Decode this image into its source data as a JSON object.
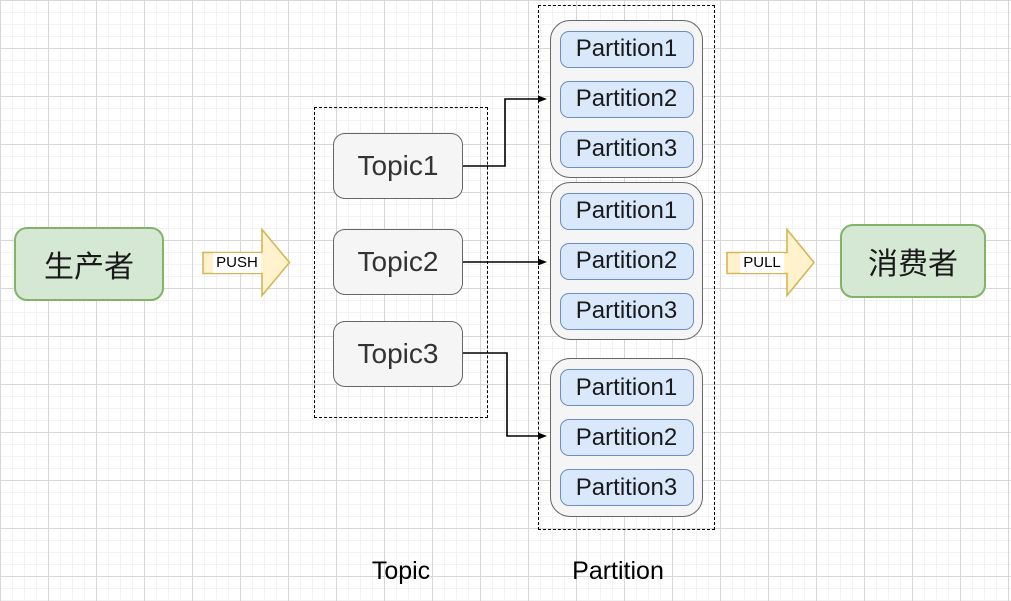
{
  "diagram": {
    "producer": {
      "label": "生产者"
    },
    "consumer": {
      "label": "消费者"
    },
    "push_arrow": {
      "label": "PUSH"
    },
    "pull_arrow": {
      "label": "PULL"
    },
    "topic_container": {
      "caption": "Topic",
      "topics": [
        {
          "label": "Topic1"
        },
        {
          "label": "Topic2"
        },
        {
          "label": "Topic3"
        }
      ]
    },
    "partition_container": {
      "caption": "Partition",
      "groups": [
        {
          "partitions": [
            "Partition1",
            "Partition2",
            "Partition3"
          ]
        },
        {
          "partitions": [
            "Partition1",
            "Partition2",
            "Partition3"
          ]
        },
        {
          "partitions": [
            "Partition1",
            "Partition2",
            "Partition3"
          ]
        }
      ]
    },
    "colors": {
      "producer_consumer_fill": "#d5e8d4",
      "producer_consumer_stroke": "#82b366",
      "topic_fill": "#f5f5f5",
      "topic_stroke": "#666666",
      "partition_fill": "#dae8fc",
      "partition_stroke": "#6c8ebf",
      "block_arrow_fill": "#fff2cc",
      "block_arrow_stroke": "#d6b656",
      "connector": "#000000"
    }
  }
}
